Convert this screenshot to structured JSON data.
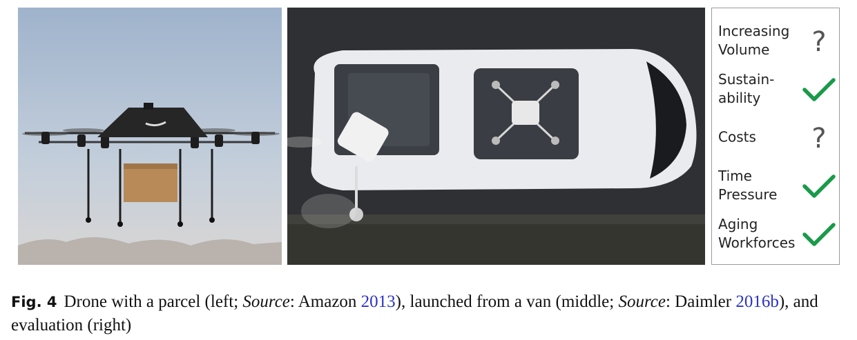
{
  "figure": {
    "left_image": {
      "description_name": "drone-with-parcel-photo"
    },
    "middle_image": {
      "description_name": "van-with-drone-photo"
    },
    "evaluation": [
      {
        "label": "Increasing\nVolume",
        "icon": "question-icon"
      },
      {
        "label": "Sustain-\nability",
        "icon": "checkmark-icon"
      },
      {
        "label": "Costs",
        "icon": "question-icon"
      },
      {
        "label": "Time\nPressure",
        "icon": "checkmark-icon"
      },
      {
        "label": "Aging\nWorkforces",
        "icon": "checkmark-icon"
      }
    ],
    "colors": {
      "check": "#1a9a4a",
      "question": "#555555",
      "link": "#2a33c7"
    }
  },
  "caption": {
    "fig_label": "Fig. 4",
    "part1": "Drone with a parcel (left; ",
    "source_word_1": "Source",
    "part2": ": Amazon ",
    "cite1": "2013",
    "part3": "), launched from a van (middle; ",
    "source_word_2": "Source",
    "part4": ": Daimler ",
    "cite2": "2016b",
    "part5": "), and evaluation (right)"
  }
}
